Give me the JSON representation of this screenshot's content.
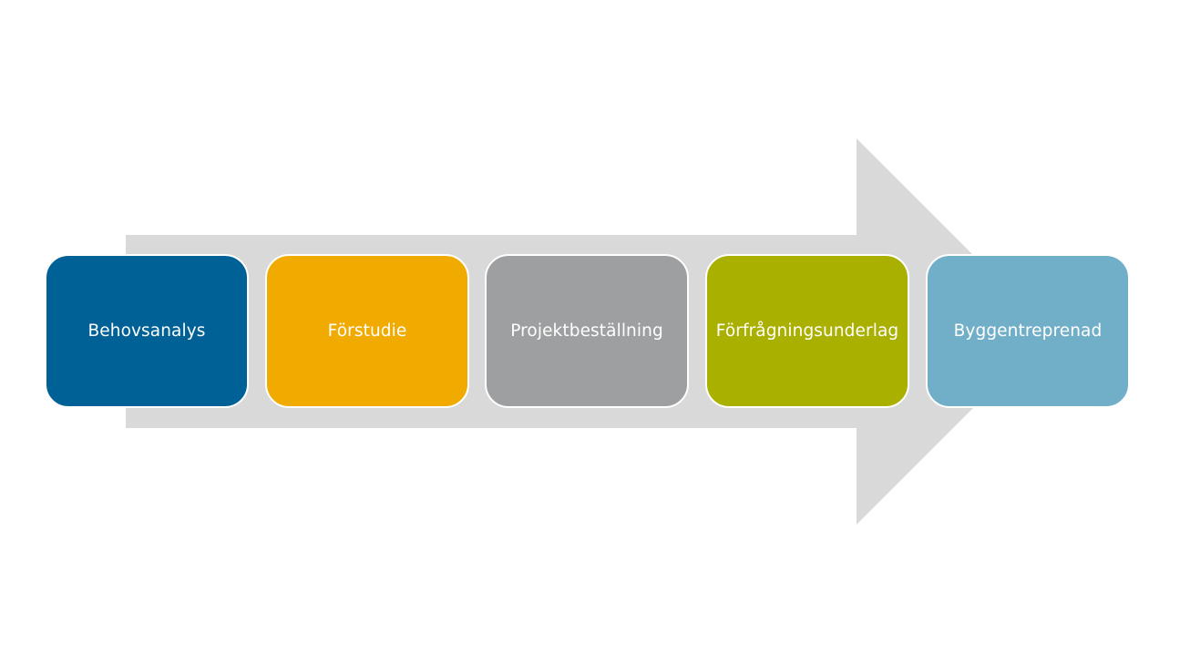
{
  "diagram": {
    "arrow": {
      "color": "#d9d9d9"
    },
    "steps": [
      {
        "label": "Behovsanalys",
        "color": "#006196"
      },
      {
        "label": "Förstudie",
        "color": "#f1ab00"
      },
      {
        "label": "Projektbeställning",
        "color": "#9d9fa0"
      },
      {
        "label": "Förfrågningsunderlag",
        "color": "#aab000"
      },
      {
        "label": "Byggentreprenad",
        "color": "#71afc8"
      }
    ]
  }
}
